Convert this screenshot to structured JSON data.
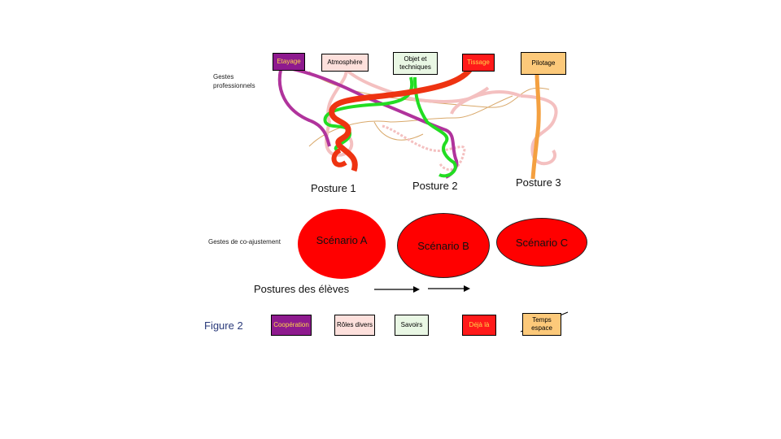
{
  "top_boxes": {
    "etayage": {
      "label": "Etayage",
      "bg": "#8e1a8e",
      "fg": "#ffd84a"
    },
    "atmosphere": {
      "label": "Atmosphère",
      "bg": "#fde0dc"
    },
    "objet": {
      "label": "Objet et techniques",
      "bg": "#e9f7e4"
    },
    "tissage": {
      "label": "Tissage",
      "bg": "#ff1a1a",
      "fg": "#ffd84a"
    },
    "pilotage": {
      "label": "Pilotage",
      "bg": "#fcc97a"
    }
  },
  "gestes_professionnels": "Gestes professionnels",
  "postures": [
    "Posture 1",
    "Posture 2",
    "Posture 3"
  ],
  "gestes_coajustement": "Gestes de co-ajustement",
  "scenarios": [
    "Scénario A",
    "Scénario B",
    "Scénario C"
  ],
  "postures_eleves": "Postures des élèves",
  "figure_label": "Figure 2",
  "bottom_boxes": {
    "cooperation": {
      "label": "Coopération",
      "bg": "#8e1a8e",
      "fg": "#ffd84a"
    },
    "roles": {
      "label": "Rôles divers",
      "bg": "#fde0dc"
    },
    "savoirs": {
      "label": "Savoirs",
      "bg": "#e9f7e4"
    },
    "deja": {
      "label": "Déjà là",
      "bg": "#ff1a1a",
      "fg": "#ffd84a"
    },
    "temps": {
      "label": "Temps espace",
      "bg": "#fcc97a"
    }
  },
  "colors": {
    "ellipse_fill": "#ff0000",
    "purple": "#b0339c",
    "green": "#22dd22",
    "red": "#ee3311",
    "pink": "#f4c0c0",
    "orange": "#f4a040",
    "tan": "#d9a86a"
  }
}
